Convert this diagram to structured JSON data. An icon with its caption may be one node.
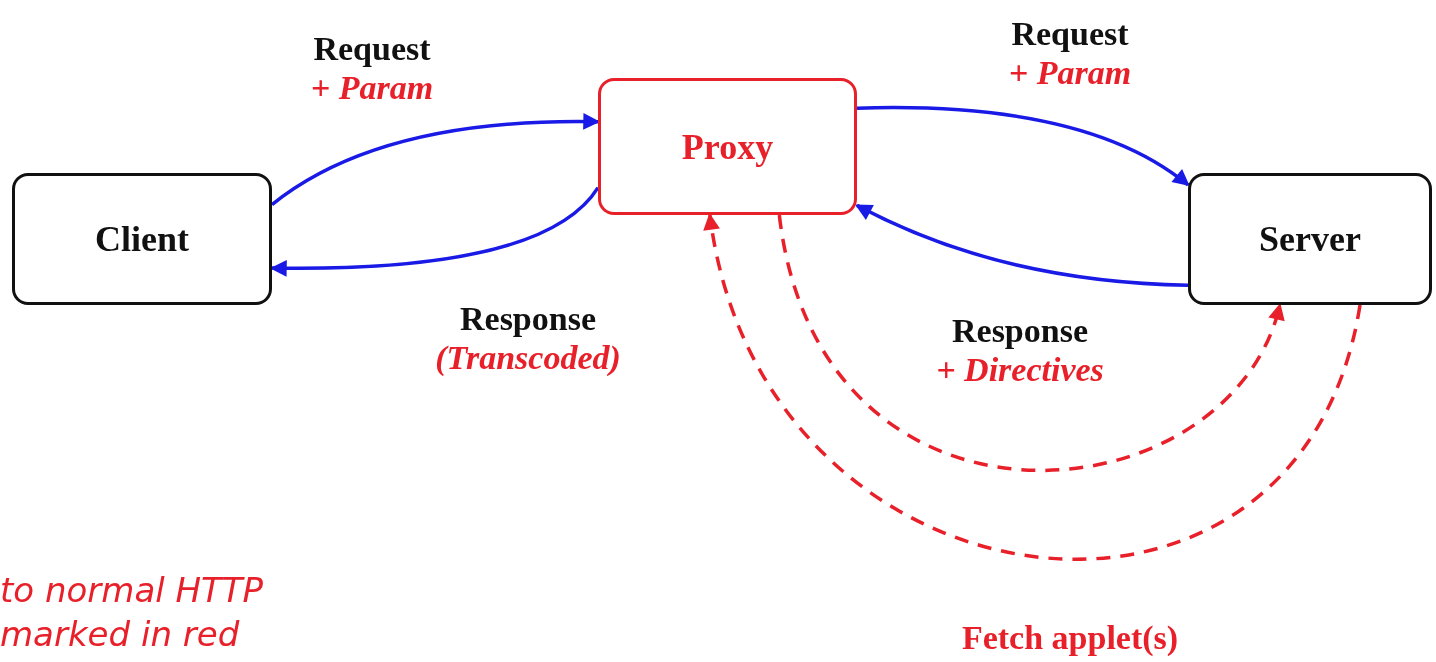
{
  "diagram": {
    "nodes": [
      {
        "text": [
          "Client"
        ]
      },
      {
        "text": [
          "Proxy"
        ]
      },
      {
        "text": [
          "Server"
        ]
      }
    ],
    "edges": [
      {
        "from": 0,
        "to": 1,
        "arrow": "to",
        "label": "Request *+ Param*"
      },
      {
        "from": 1,
        "to": 0,
        "arrow": "to",
        "label": "Response *(Transcoded)*"
      },
      {
        "from": 1,
        "to": 2,
        "arrow": "to",
        "label": "Request *+ Param*"
      },
      {
        "from": 2,
        "to": 1,
        "arrow": "to",
        "label": "Response *+ Directives*"
      },
      {
        "from": 1,
        "to": 2,
        "arrow": "to",
        "style": "dashed",
        "color": "#e8202a"
      },
      {
        "from": 2,
        "to": 1,
        "arrow": "to",
        "style": "dashed",
        "color": "#e8202a",
        "label": "Fetch applet(s)"
      }
    ],
    "labels": [
      "to normal HTTP marked in red"
    ]
  }
}
